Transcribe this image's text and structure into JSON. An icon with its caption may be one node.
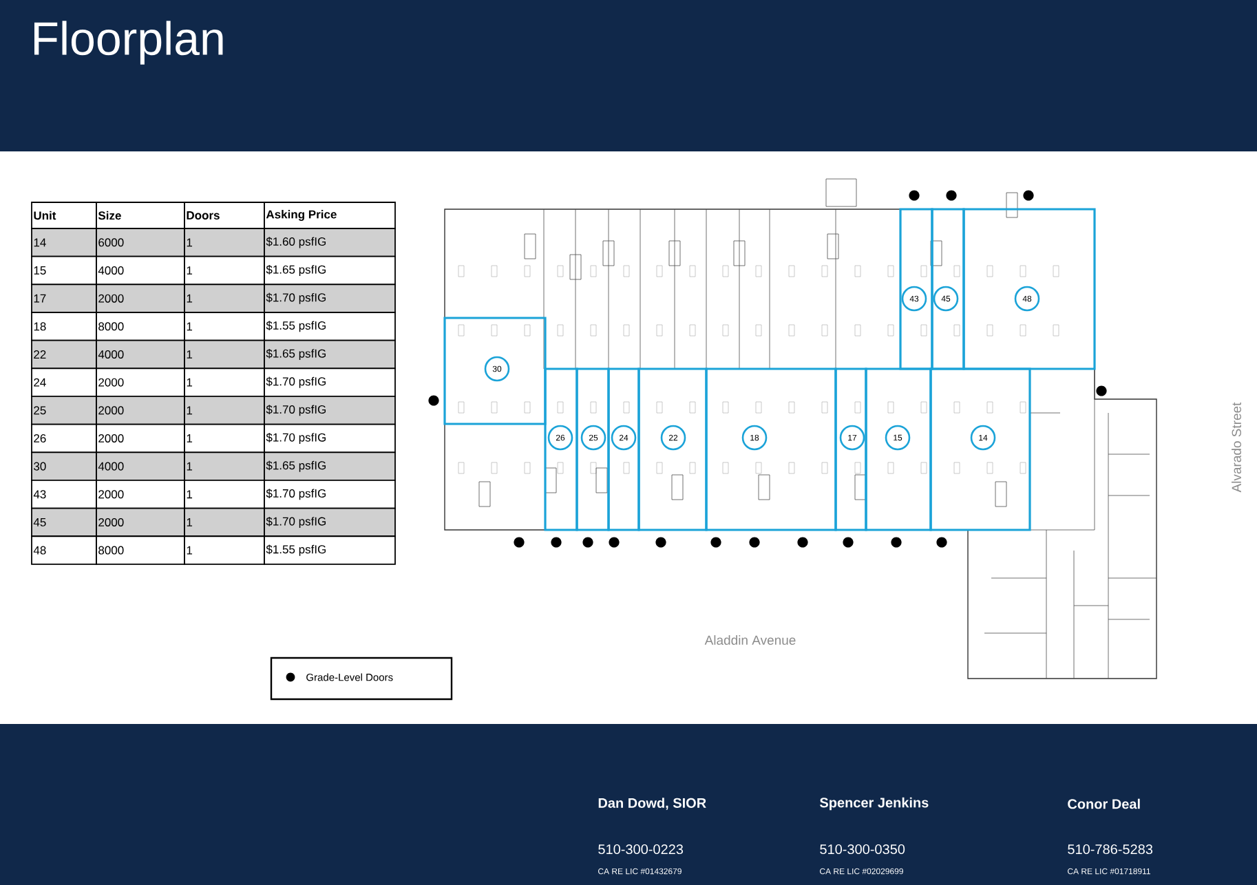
{
  "diagram": {
    "title": "Floorplan",
    "nodes": [
      {
        "text": [
          "30"
        ]
      },
      {
        "text": [
          "43"
        ]
      },
      {
        "text": [
          "45"
        ]
      },
      {
        "text": [
          "48"
        ]
      },
      {
        "text": [
          "26"
        ]
      },
      {
        "text": [
          "25"
        ]
      },
      {
        "text": [
          "24"
        ]
      },
      {
        "text": [
          "22"
        ]
      },
      {
        "text": [
          "18"
        ]
      },
      {
        "text": [
          "17"
        ]
      },
      {
        "text": [
          "15"
        ]
      },
      {
        "text": [
          "14"
        ]
      }
    ],
    "labels": [
      "Unit",
      "Size",
      "Doors",
      "Asking Price",
      "14",
      "6000",
      "1",
      "$1.60 psfIG",
      "15",
      "4000",
      "1",
      "$1.65 psfIG",
      "17",
      "2000",
      "1",
      "$1.70 psfIG",
      "18",
      "8000",
      "1",
      "$1.55 psfIG",
      "22",
      "4000",
      "1",
      "$1.65 psfIG",
      "24",
      "2000",
      "1",
      "$1.70 psfIG",
      "25",
      "2000",
      "1",
      "$1.70 psfIG",
      "26",
      "2000",
      "1",
      "$1.70 psfIG",
      "30",
      "4000",
      "1",
      "$1.65 psfIG",
      "43",
      "2000",
      "1",
      "$1.70 psfIG",
      "45",
      "2000",
      "1",
      "$1.70 psfIG",
      "48",
      "8000",
      "1",
      "$1.55 psfIG",
      "Aladdin Avenue",
      "Alvarado Street",
      "Dan Dowd, SIOR",
      "510-300-0223",
      "CA RE LIC #01432679",
      "Spencer Jenkins",
      "510-300-0350",
      "CA RE LIC #02029699",
      "Conor Deal",
      "510-786-5283",
      "CA RE LIC #01718911"
    ],
    "legend": [
      {
        "text": "Grade-Level Doors"
      }
    ]
  }
}
